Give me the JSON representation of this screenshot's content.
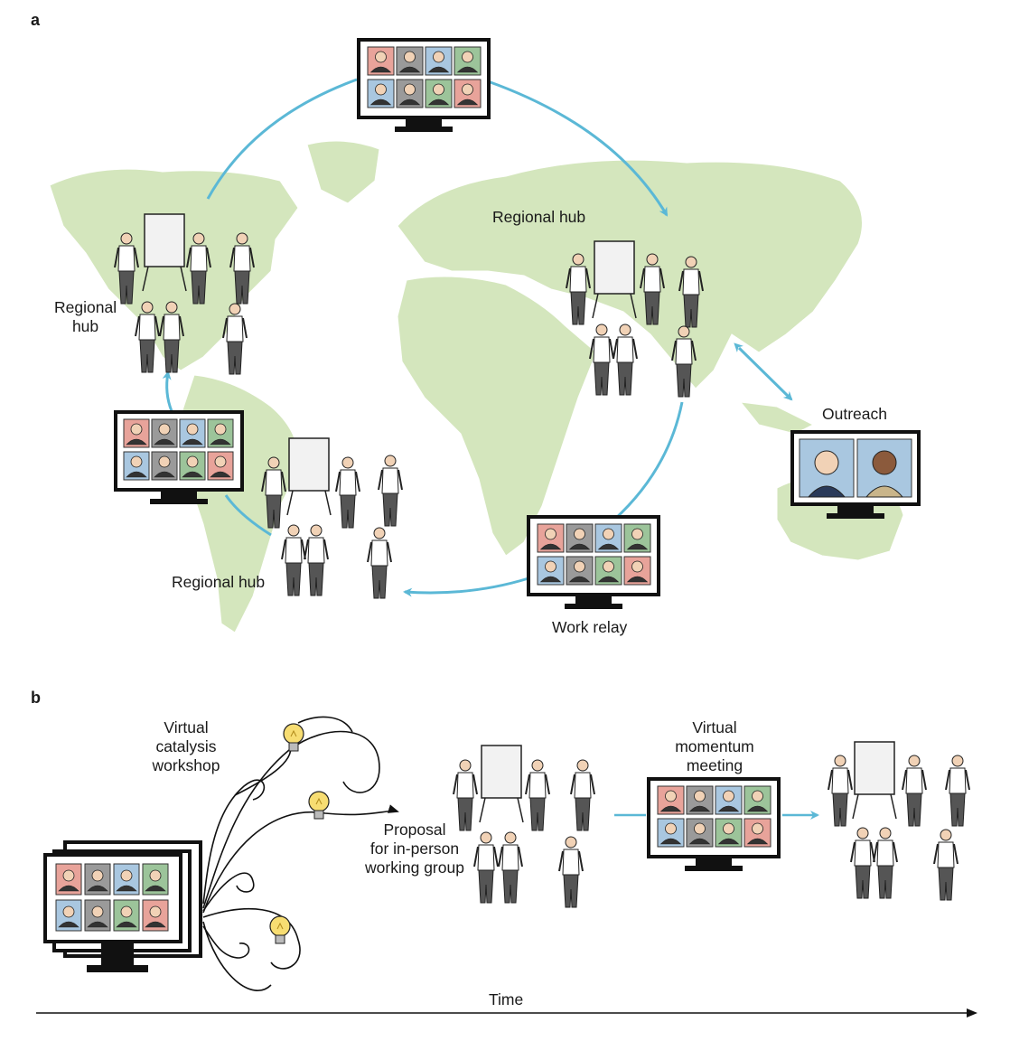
{
  "panel_a": {
    "letter": "a",
    "labels": {
      "hub_north_america": "Regional\nhub",
      "hub_europe": "Regional hub",
      "hub_south_america": "Regional hub",
      "outreach": "Outreach",
      "work_relay": "Work relay"
    }
  },
  "panel_b": {
    "letter": "b",
    "labels": {
      "catalysis": "Virtual\ncatalysis\nworkshop",
      "proposal": "Proposal\nfor in-person\nworking group",
      "momentum": "Virtual\nmomentum\nmeeting",
      "time": "Time"
    }
  },
  "colors": {
    "map_land": "#d4e6bd",
    "arrow_blue": "#5bb8d6",
    "tile_pink": "#e8a39a",
    "tile_gray": "#9a9a9a",
    "tile_blue": "#a9c7e0",
    "tile_green": "#9cc49a",
    "bulb_yellow": "#f7dd72"
  }
}
